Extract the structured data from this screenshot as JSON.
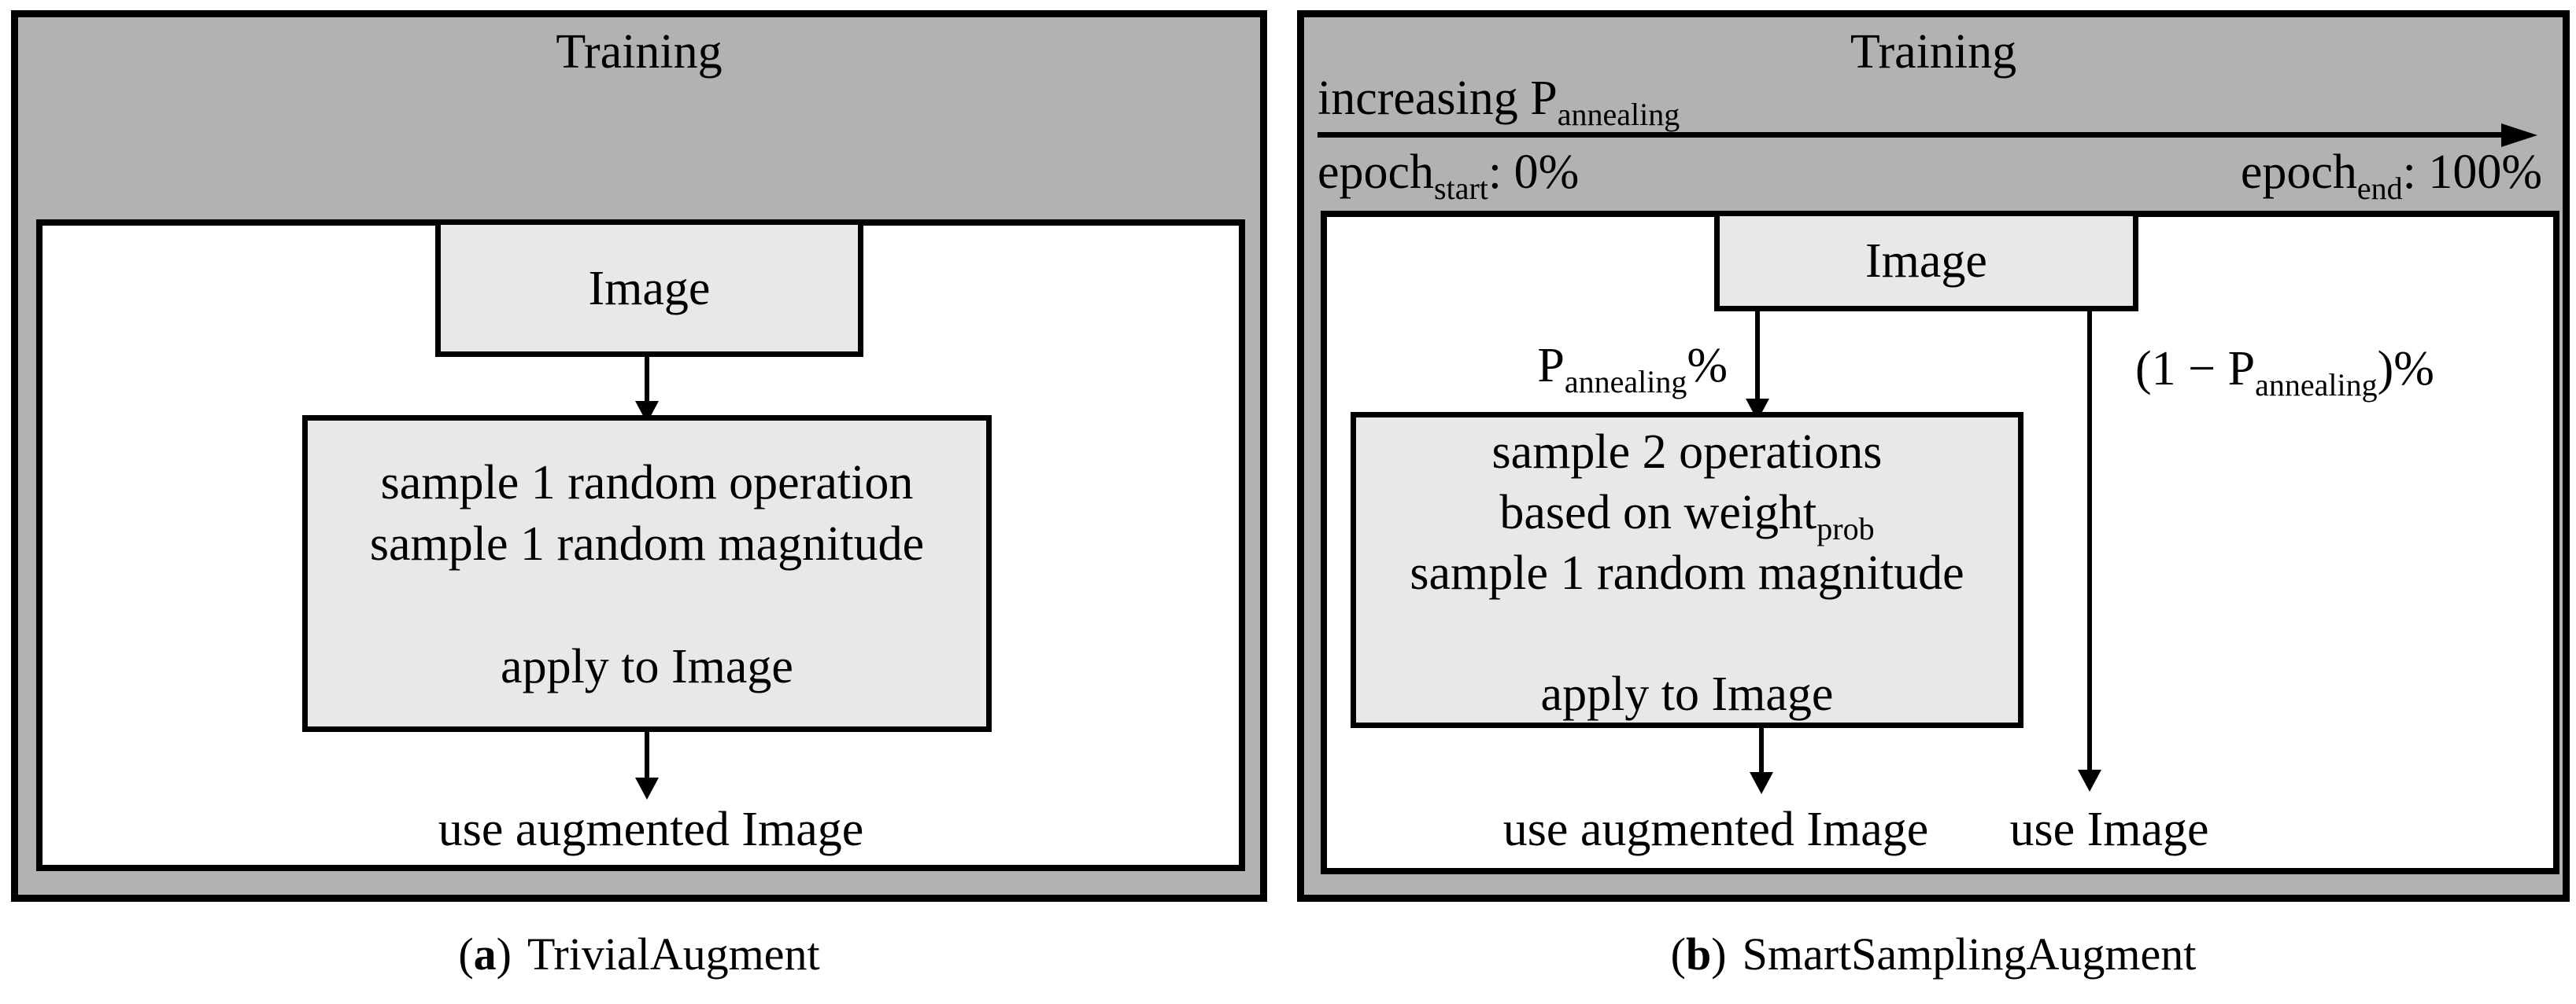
{
  "colors": {
    "panel_background": "#b2b2b2",
    "box_background": "#e8e8e8",
    "inner_background": "#ffffff",
    "line_color": "#000000"
  },
  "panel_a": {
    "title": "Training",
    "image_box_label": "Image",
    "process_box_lines": [
      "sample 1 random operation",
      "sample 1 random magnitude",
      "apply to Image"
    ],
    "output_label": "use augmented Image",
    "caption": {
      "open": "(",
      "letter": "a",
      "close": ")",
      "text": "TrivialAugment"
    }
  },
  "panel_b": {
    "title": "Training",
    "annealing_arrow_label": {
      "main": "increasing P",
      "sub": "annealing"
    },
    "epoch_start": {
      "main": "epoch",
      "sub": "start",
      "value": ": 0%"
    },
    "epoch_end": {
      "main": "epoch",
      "sub": "end",
      "value": ": 100%"
    },
    "image_box_label": "Image",
    "left_branch_label": {
      "main": "P",
      "sub": "annealing",
      "suffix": "%"
    },
    "right_branch_label": {
      "prefix": "(1 − P",
      "sub": "annealing",
      "suffix": ")%"
    },
    "process_box": {
      "line1": "sample 2 operations",
      "line2_main": "based on weight",
      "line2_sub": "prob",
      "line3": "sample 1 random magnitude",
      "line4": "apply to Image"
    },
    "output_left": "use augmented Image",
    "output_right": "use Image",
    "caption": {
      "open": "(",
      "letter": "b",
      "close": ")",
      "text": "SmartSamplingAugment"
    }
  }
}
